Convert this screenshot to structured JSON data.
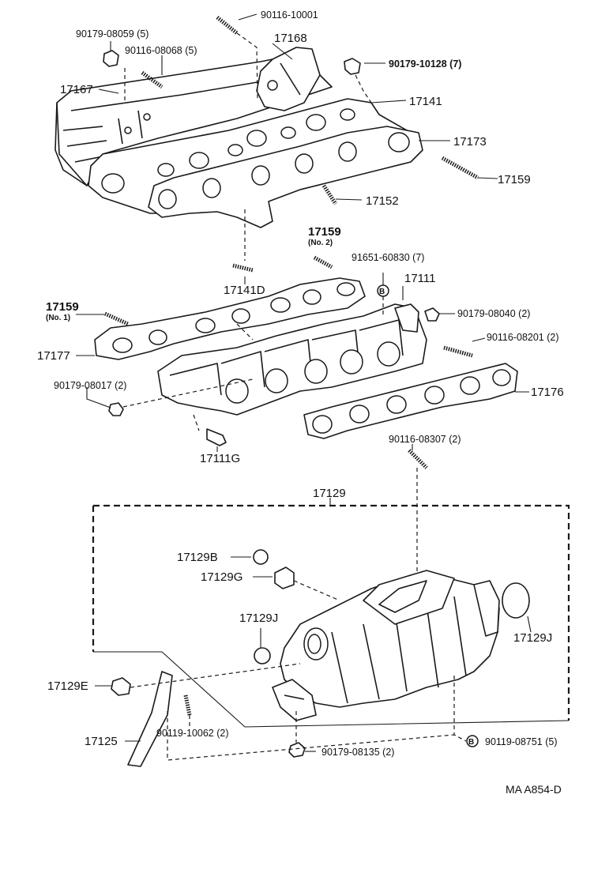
{
  "diagram": {
    "figure_code": "MA A854-D",
    "labels": {
      "p90116_10001": "90116-10001",
      "p90179_08059": "90179-08059 (5)",
      "p90116_08068": "90116-08068 (5)",
      "p17168": "17168",
      "p90179_10128": "90179-10128 (7)",
      "p17167": "17167",
      "p17141": "17141",
      "p17173": "17173",
      "p17159_top": "17159",
      "p17152": "17152",
      "p17159_no2": "17159",
      "p17159_no2_note": "(No. 2)",
      "p91651_60830": "91651-60830 (7)",
      "p17141D": "17141D",
      "p17111": "17111",
      "p17159_no1": "17159",
      "p17159_no1_note": "(No. 1)",
      "p90179_08040": "90179-08040 (2)",
      "p90116_08201": "90116-08201 (2)",
      "p17177": "17177",
      "p90179_08017": "90179-08017 (2)",
      "p17176": "17176",
      "p17111G": "17111G",
      "p90116_08307": "90116-08307 (2)",
      "p17129": "17129",
      "p17129B": "17129B",
      "p17129G": "17129G",
      "p17129J_left": "17129J",
      "p17129J_right": "17129J",
      "p17129E": "17129E",
      "p17125": "17125",
      "p90119_10062": "90119-10062 (2)",
      "p90179_08135": "90179-08135 (2)",
      "p90119_08751": "90119-08751 (5)",
      "marker_b": "B"
    }
  }
}
